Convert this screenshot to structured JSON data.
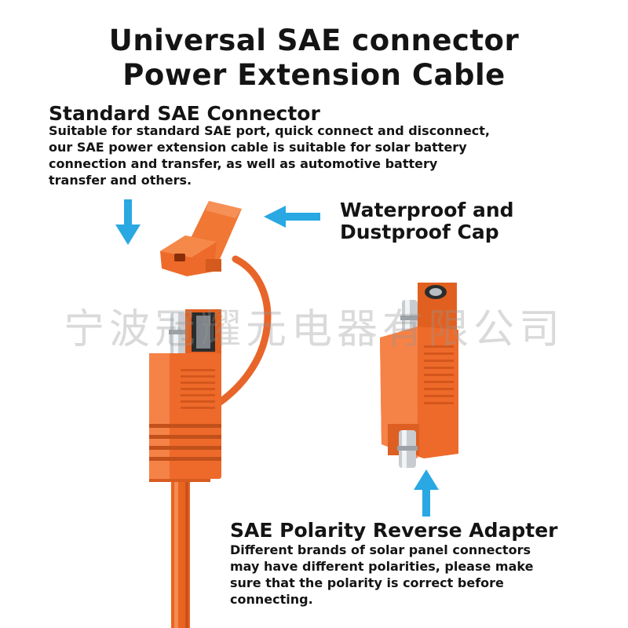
{
  "title": {
    "line1": "Universal SAE connector",
    "line2": "Power Extension Cable"
  },
  "standard_connector": {
    "heading": "Standard SAE Connector",
    "description": [
      "Suitable for standard SAE port, quick connect and disconnect,",
      "our SAE power extension cable is suitable for solar battery",
      "connection and transfer, as well as automotive battery",
      "transfer and others."
    ]
  },
  "cap": {
    "heading": [
      "Waterproof and",
      "Dustproof Cap"
    ]
  },
  "adapter": {
    "heading": "SAE Polarity Reverse Adapter",
    "description": [
      "Different brands of solar panel connectors",
      "may have different polarities, please make",
      "sure that the polarity is correct before",
      "connecting."
    ]
  },
  "watermark": "宁波冠耀元电器有限公司",
  "colors": {
    "connector_orange": "#EE6A2A",
    "arrow_blue": "#29A8E3",
    "text": "#141414"
  }
}
